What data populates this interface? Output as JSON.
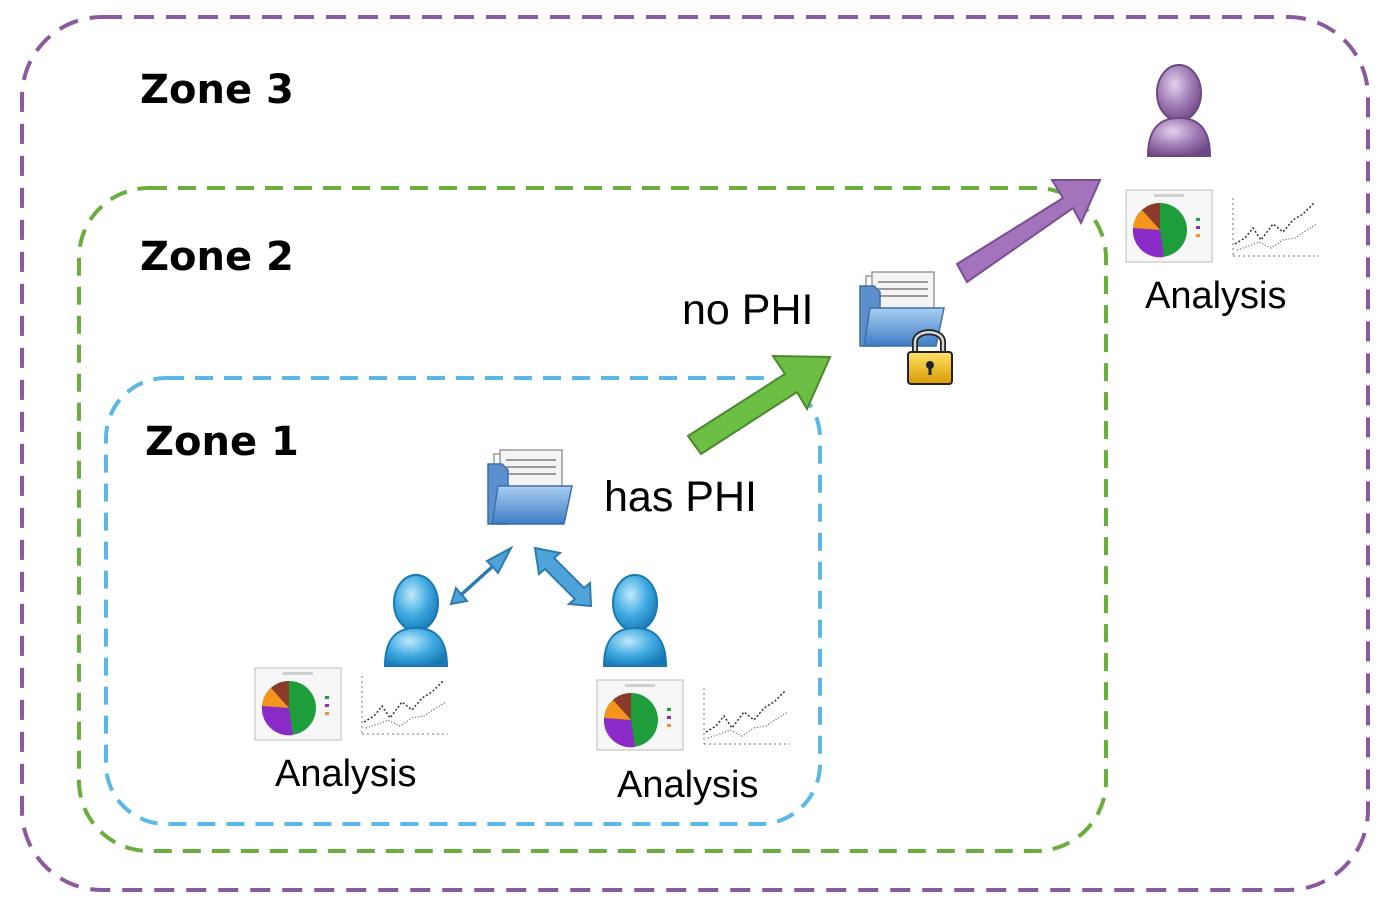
{
  "zones": [
    {
      "id": "zone3",
      "title": "Zone 3",
      "border_color": "#8B5A9C"
    },
    {
      "id": "zone2",
      "title": "Zone 2",
      "border_color": "#6AAE3E"
    },
    {
      "id": "zone1",
      "title": "Zone 1",
      "border_color": "#5BB7E5"
    }
  ],
  "labels": {
    "has_phi": "has PHI",
    "no_phi": "no PHI"
  },
  "analysis": {
    "zone1_left": "Analysis",
    "zone1_right": "Analysis",
    "zone3": "Analysis"
  },
  "colors": {
    "person_blue": "#3FA9E0",
    "person_purple": "#A07CB5",
    "arrow_green": "#6DBE45",
    "arrow_purple": "#A374BC",
    "arrow_blue": "#4FA3D8",
    "pie_green": "#1E9E3A",
    "pie_purple": "#8A2BC8",
    "pie_orange": "#F7941D",
    "pie_brown": "#8B3A2B",
    "lock_gold": "#F5C518"
  },
  "icons": {
    "folder": "folder-with-documents-icon",
    "locked_folder": "locked-folder-icon",
    "person": "person-icon",
    "pie_chart": "pie-chart-thumbnail-icon",
    "line_chart": "line-chart-thumbnail-icon",
    "lock": "padlock-icon"
  }
}
